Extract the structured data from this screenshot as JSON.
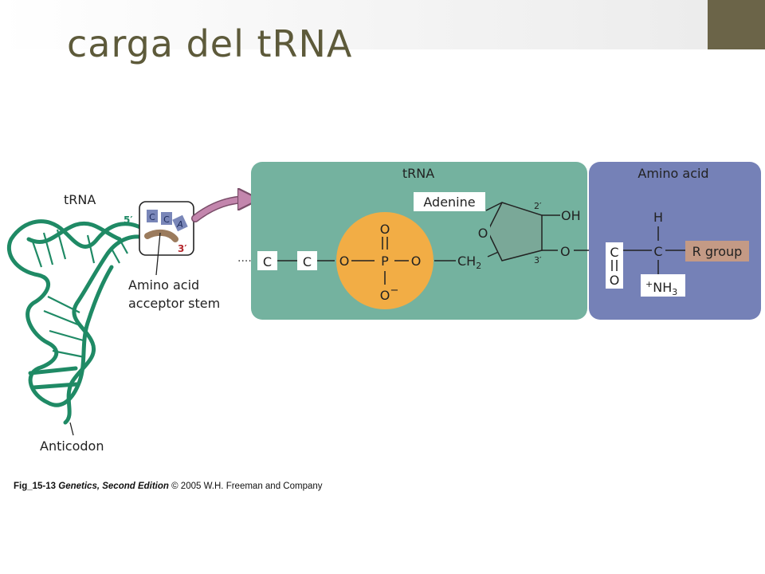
{
  "slide": {
    "title": "carga del tRNA"
  },
  "diagram": {
    "left_panel": {
      "trna_label": "tRNA",
      "five_prime": "5′",
      "three_prime": "3′",
      "cca_bases": [
        "C",
        "C",
        "A"
      ],
      "acceptor_label_line1": "Amino acid",
      "acceptor_label_line2": "acceptor stem",
      "anticodon_label": "Anticodon"
    },
    "trna_box": {
      "title": "tRNA",
      "dots": "····",
      "nucleotide_1": "C",
      "nucleotide_2": "C",
      "adenine_label": "Adenine",
      "phosphate": {
        "top_O": "O",
        "double_bond": "||",
        "P": "P",
        "left_O": "O",
        "right_O": "O",
        "bottom_O": "O",
        "charge": "−"
      },
      "ch2": "CH",
      "ch2_sub": "2",
      "ring_O": "O",
      "prime_2": "2′",
      "prime_3": "3′",
      "oh_label": "OH",
      "ester_O": "O"
    },
    "amino_box": {
      "title": "Amino acid",
      "carbonyl_C": "C",
      "carbonyl_double": "||",
      "carbonyl_O": "O",
      "alpha_C": "C",
      "H": "H",
      "r_group": "R group",
      "amine_plus": "+",
      "amine": "NH",
      "amine_sub": "3"
    },
    "colors": {
      "trna_panel": "#74b29f",
      "amino_panel": "#7581b7",
      "phosphate": "#f2ad45",
      "ribose": "#7aa898",
      "r_group": "#c49a85",
      "trna_strand": "#1f8a65",
      "arrow": "#c386ad",
      "cca_tile": "#7986b8",
      "three_prime": "#b5272c",
      "stem_tail": "#9b7b5d"
    },
    "icons": [
      "curved-arrow-icon"
    ]
  },
  "caption": {
    "fig_id": "Fig_15-13",
    "book": "Genetics, Second Edition",
    "credit": "© 2005 W.H. Freeman and Company"
  }
}
